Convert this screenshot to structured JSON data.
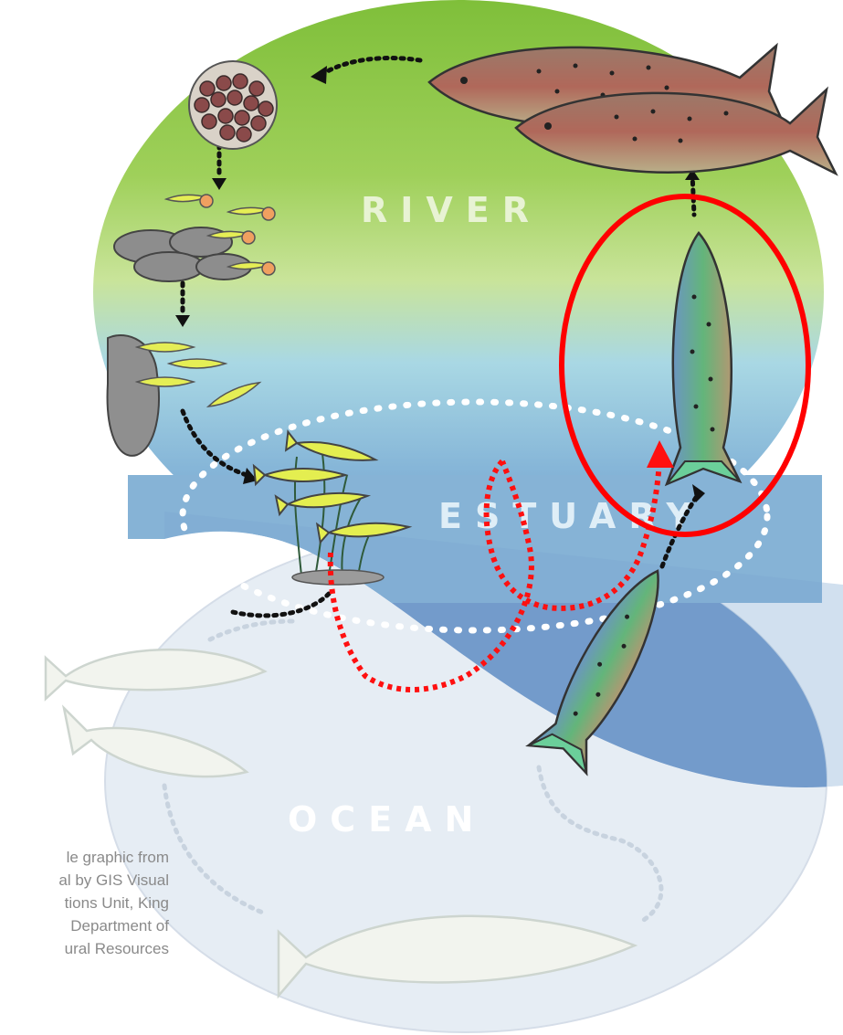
{
  "labels": {
    "river": "RIVER",
    "estuary": "ESTUARY",
    "ocean": "OCEAN"
  },
  "caption": {
    "lines": [
      "le graphic from",
      "al by GIS Visual",
      "tions Unit, King",
      "Department of",
      "ural Resources"
    ]
  },
  "colors": {
    "river_top": "#8cc63f",
    "estuary_mid": "#9fd4e6",
    "estuary_bottom": "#6f98c8",
    "ocean_faded": "#e4ecf4",
    "highlight_red": "#ff0000",
    "path_black": "#111111",
    "dots_white": "#ffffff",
    "caption_text": "#8a8a8a"
  },
  "icons": {
    "eggs": "egg-cluster-icon",
    "alevin": "alevin-icon",
    "fry": "fry-icon",
    "smolt": "smolt-icon",
    "adult": "salmon-icon"
  }
}
